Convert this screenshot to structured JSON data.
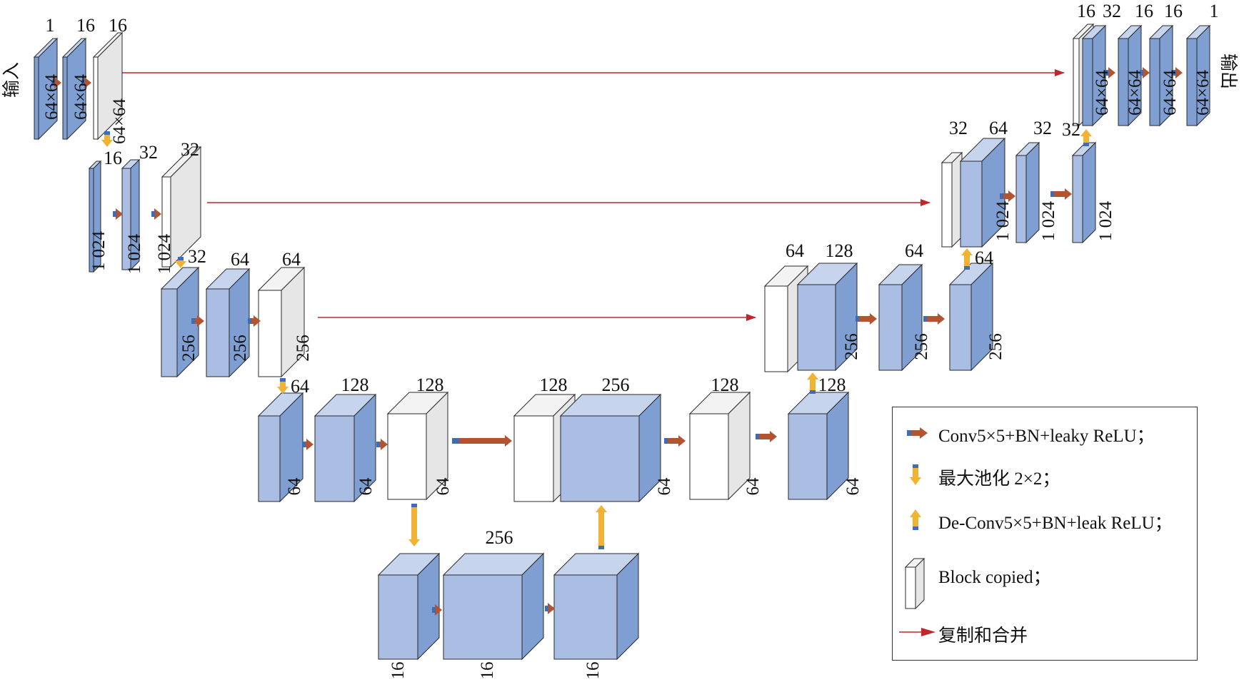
{
  "input_label": "输入",
  "output_label": "输出",
  "blocks": [
    {
      "id": "e1-1",
      "top": "1",
      "side": "64×64"
    },
    {
      "id": "e1-2",
      "top": "16",
      "side": "64×64"
    },
    {
      "id": "e1-3",
      "top": "16",
      "side": "64×64"
    },
    {
      "id": "e2-1",
      "top": "16",
      "side": "1 024"
    },
    {
      "id": "e2-2",
      "top": "32",
      "side": "1 024"
    },
    {
      "id": "e2-3",
      "top": "32",
      "side": "1 024"
    },
    {
      "id": "e3-1",
      "top": "32",
      "side": "256"
    },
    {
      "id": "e3-2",
      "top": "64",
      "side": "256"
    },
    {
      "id": "e3-3",
      "top": "64",
      "side": "256"
    },
    {
      "id": "e4-1",
      "top": "64",
      "side": "64"
    },
    {
      "id": "e4-2",
      "top": "128",
      "side": "64"
    },
    {
      "id": "e4-3",
      "top": "128",
      "side": "64"
    },
    {
      "id": "b-1",
      "top": "",
      "side": "16"
    },
    {
      "id": "b-2",
      "top": "256",
      "side": "16"
    },
    {
      "id": "b-3",
      "top": "",
      "side": "16"
    },
    {
      "id": "d4-1",
      "top": "128",
      "side": ""
    },
    {
      "id": "d4-2",
      "top": "256",
      "side": "64"
    },
    {
      "id": "d4-3",
      "top": "128",
      "side": "64"
    },
    {
      "id": "d4-4",
      "top": "128",
      "side": "64"
    },
    {
      "id": "d3-1",
      "top": "64",
      "side": ""
    },
    {
      "id": "d3-2",
      "top": "128",
      "side": "256"
    },
    {
      "id": "d3-3",
      "top": "64",
      "side": "256"
    },
    {
      "id": "d3-4",
      "top": "64",
      "side": "256"
    },
    {
      "id": "d2-1",
      "top": "32",
      "side": ""
    },
    {
      "id": "d2-2",
      "top": "64",
      "side": "1 024"
    },
    {
      "id": "d2-3",
      "top": "32",
      "side": "1 024"
    },
    {
      "id": "d2-4",
      "top": "32",
      "side": "1 024"
    },
    {
      "id": "d1-1",
      "top": "16",
      "side": ""
    },
    {
      "id": "d1-2",
      "top": "32",
      "side": "64×64"
    },
    {
      "id": "d1-3",
      "top": "16",
      "side": "64×64"
    },
    {
      "id": "d1-4",
      "top": "16",
      "side": "64×64"
    },
    {
      "id": "d1-5",
      "top": "1",
      "side": "64×64"
    }
  ],
  "legend": {
    "conv": "Conv5×5+BN+leaky ReLU；",
    "pool": "最大池化 2×2；",
    "deconv": "De-Conv5×5+BN+leak ReLU；",
    "copied": "Block copied；",
    "concat": "复制和合并"
  },
  "colors": {
    "block_front_dark": "#7f9fd3",
    "block_front_light": "#a9bee2",
    "block_side": "#7f9fd3",
    "block_top": "#c6d4ee",
    "copied_front": "#ffffff",
    "copied_side": "#e6e6e6",
    "conv_arrow": "#b3532f",
    "pool_arrow": "#f2b233",
    "skip_line": "#c0262c",
    "edge": "#2a2a2a"
  }
}
